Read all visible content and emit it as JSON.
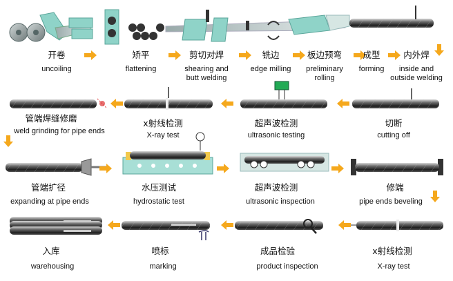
{
  "steps": [
    {
      "zh": "开卷",
      "en": [
        "uncoiling"
      ]
    },
    {
      "zh": "矫平",
      "en": [
        "flattening"
      ]
    },
    {
      "zh": "剪切对焊",
      "en": [
        "shearing and",
        "butt welding"
      ]
    },
    {
      "zh": "铣边",
      "en": [
        "edge milling"
      ]
    },
    {
      "zh": "板边预弯",
      "en": [
        "preliminary",
        "rolling"
      ]
    },
    {
      "zh": "成型",
      "en": [
        "forming"
      ]
    },
    {
      "zh": "内外焊",
      "en": [
        "inside and",
        "outside welding"
      ]
    },
    {
      "zh": "切断",
      "en": [
        "cutting off"
      ]
    },
    {
      "zh": "超声波检测",
      "en": [
        "ultrasonic testing"
      ]
    },
    {
      "zh": "x射线检测",
      "en": [
        "X-ray test"
      ]
    },
    {
      "zh": "管端焊缝修磨",
      "en": [
        "weld grinding for pipe ends"
      ]
    },
    {
      "zh": "管端扩径",
      "en": [
        "expanding at pipe ends"
      ]
    },
    {
      "zh": "水压测试",
      "en": [
        "hydrostatic test"
      ]
    },
    {
      "zh": "超声波检测",
      "en": [
        "ultrasonic inspection"
      ]
    },
    {
      "zh": "修端",
      "en": [
        "pipe ends beveling"
      ]
    },
    {
      "zh": "x射线检测",
      "en": [
        "X-ray test"
      ]
    },
    {
      "zh": "成品检验",
      "en": [
        "product inspection"
      ]
    },
    {
      "zh": "喷标",
      "en": [
        "marking"
      ]
    },
    {
      "zh": "入库",
      "en": [
        "warehousing"
      ]
    }
  ],
  "colors": {
    "arrow": "#f5a81c",
    "pipe_dark": "#1a1a1a",
    "pipe_light": "#8a8a8a",
    "machine": "#8fd3c8",
    "water": "#a8dfd6",
    "yellow": "#f2c94c"
  }
}
